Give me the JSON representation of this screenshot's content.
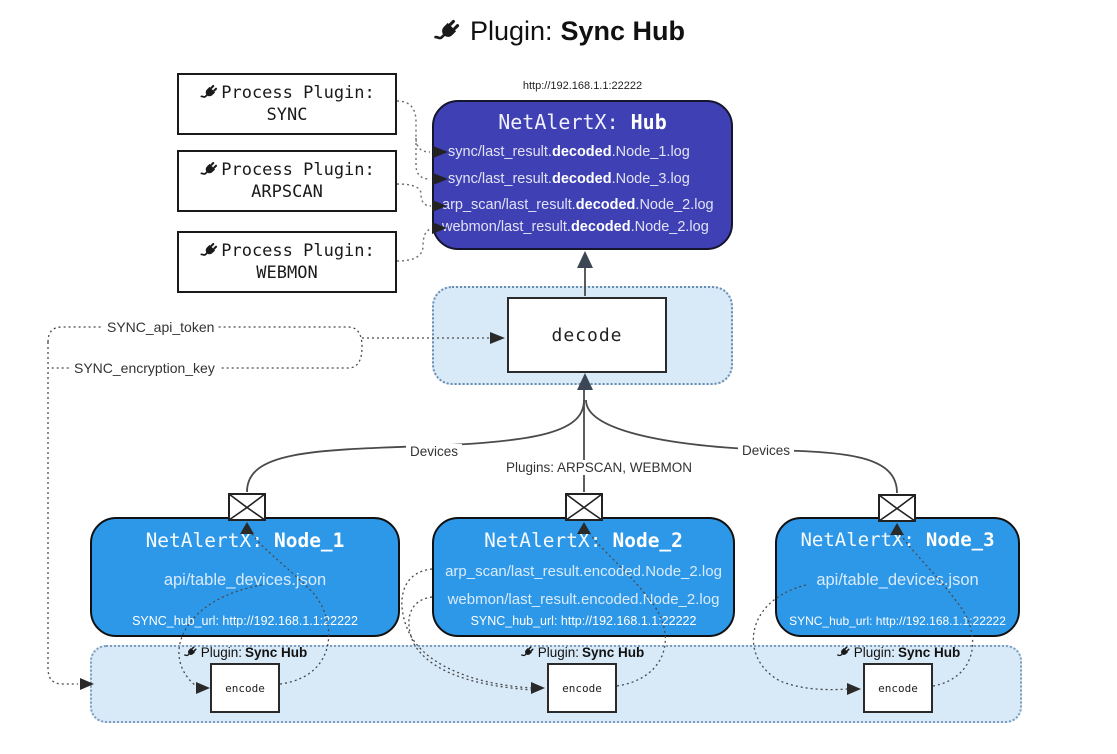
{
  "colors": {
    "hub_background": "#3e40b4",
    "node_background": "#2d97e8",
    "band_background": "#d8e9f8",
    "box_border": "#1a1a1a"
  },
  "title": {
    "prefix": "Plugin:",
    "name": "Sync Hub"
  },
  "process_plugins": [
    {
      "label": "Process Plugin:",
      "name": "SYNC"
    },
    {
      "label": "Process Plugin:",
      "name": "ARPSCAN"
    },
    {
      "label": "Process Plugin:",
      "name": "WEBMON"
    }
  ],
  "hub": {
    "url": "http://192.168.1.1:22222",
    "title_prefix": "NetAlertX:",
    "title_name": "Hub",
    "logs": [
      {
        "pre": "sync/last_result.",
        "bold": "decoded",
        "post": ".Node_1.log"
      },
      {
        "pre": "sync/last_result.",
        "bold": "decoded",
        "post": ".Node_3.log"
      },
      {
        "pre": "arp_scan/last_result.",
        "bold": "decoded",
        "post": ".Node_2.log"
      },
      {
        "pre": "webmon/last_result.",
        "bold": "decoded",
        "post": ".Node_2.log"
      }
    ]
  },
  "decode": {
    "label": "decode"
  },
  "keys": {
    "api_token": "SYNC_api_token",
    "encryption_key": "SYNC_encryption_key"
  },
  "edge_labels": {
    "devices_left": "Devices",
    "devices_right": "Devices",
    "plugins_mid": "Plugins: ARPSCAN, WEBMON"
  },
  "nodes": [
    {
      "title_prefix": "NetAlertX:",
      "title_name": "Node_1",
      "lines": [
        "api/table_devices.json"
      ],
      "hub_url": "SYNC_hub_url: http://192.168.1.1:22222"
    },
    {
      "title_prefix": "NetAlertX:",
      "title_name": "Node_2",
      "lines": [
        "arp_scan/last_result.encoded.Node_2.log",
        "webmon/last_result.encoded.Node_2.log"
      ],
      "hub_url": "SYNC_hub_url: http://192.168.1.1:22222"
    },
    {
      "title_prefix": "NetAlertX:",
      "title_name": "Node_3",
      "lines": [
        "api/table_devices.json"
      ],
      "hub_url": "SYNC_hub_url: http://192.168.1.1:22222"
    }
  ],
  "encoders": [
    {
      "plugin_prefix": "Plugin:",
      "plugin_name": "Sync Hub",
      "label": "encode"
    },
    {
      "plugin_prefix": "Plugin:",
      "plugin_name": "Sync Hub",
      "label": "encode"
    },
    {
      "plugin_prefix": "Plugin:",
      "plugin_name": "Sync Hub",
      "label": "encode"
    }
  ]
}
